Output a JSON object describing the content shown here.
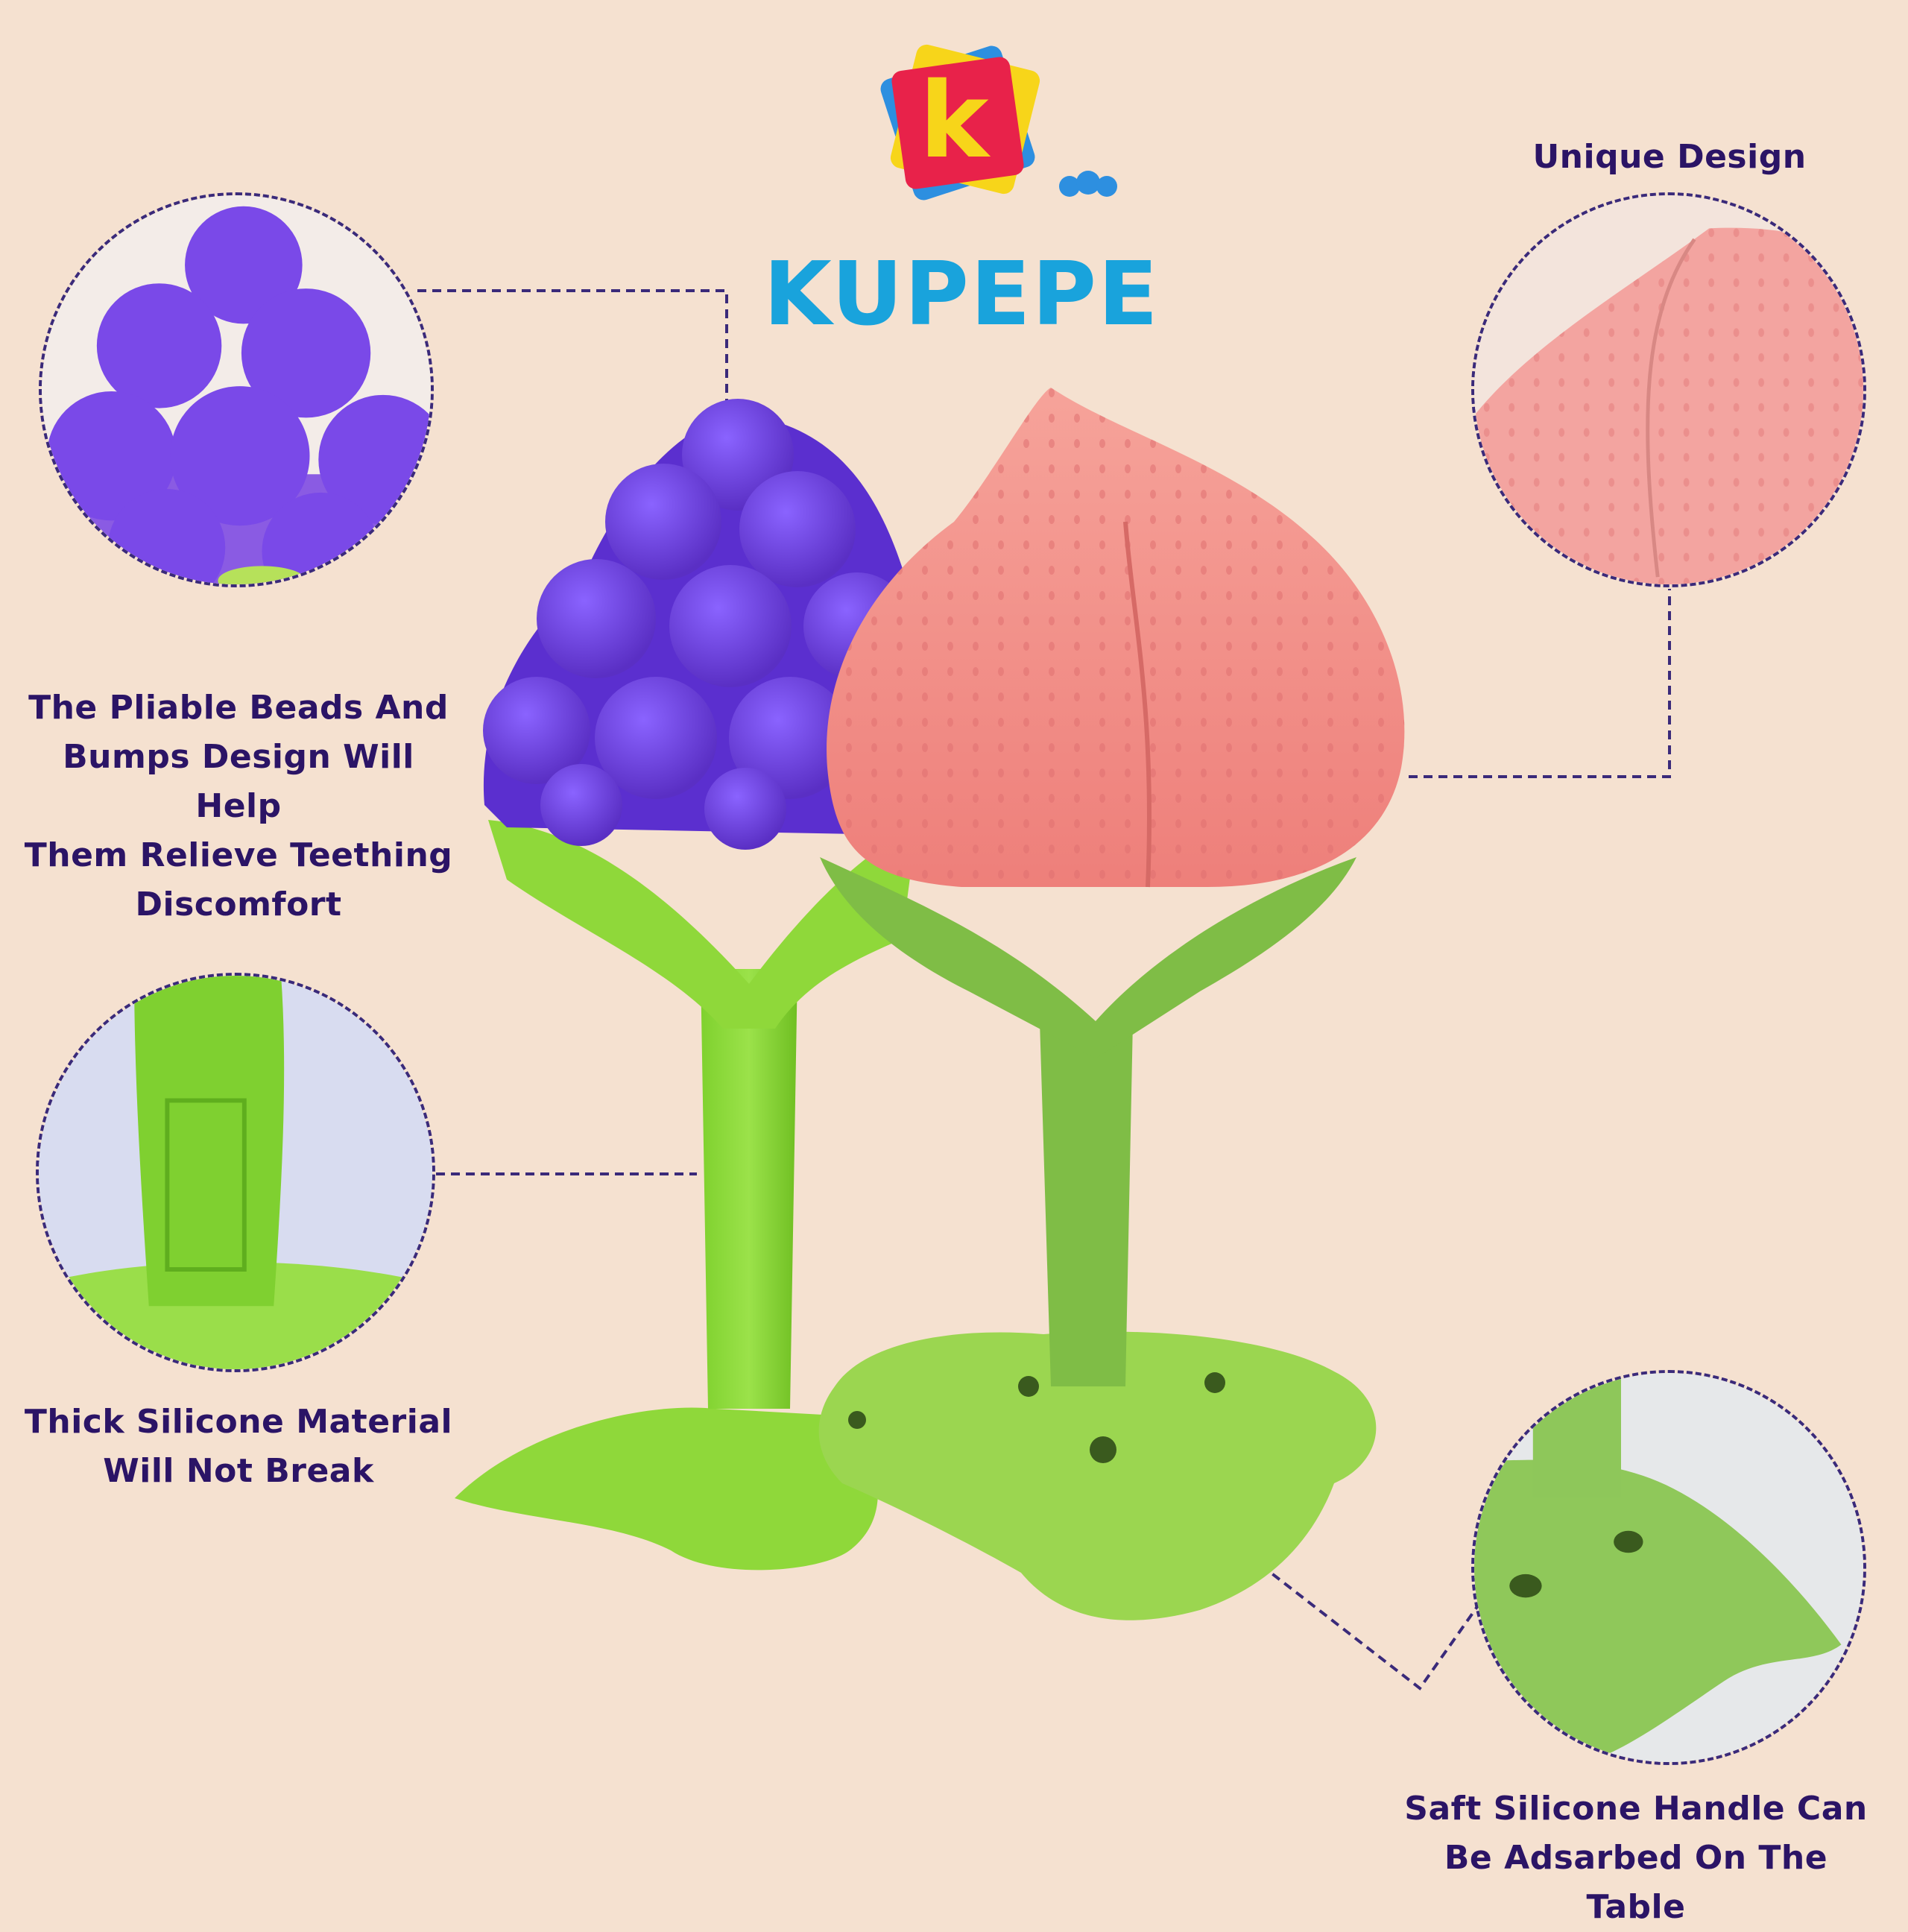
{
  "brand": {
    "logo_letter": "k",
    "logo_word": "KUPEPE"
  },
  "callouts": {
    "unique_design": "Unique Design",
    "beads": [
      "The Pliable Beads And",
      "Bumps Design Will Help",
      "Them Relieve Teething",
      "Discomfort"
    ],
    "silicone": [
      "Thick Silicone Material",
      "Will Not Break"
    ],
    "handle": [
      "Saft Silicone Handle Can",
      "Be Adsarbed On The Table"
    ]
  },
  "colors": {
    "background": "#f5e1d0",
    "text": "#2b1466",
    "dash": "#3a2a7a",
    "grape": "#6a3fd6",
    "peach": "#f08c8c",
    "green": "#8fd44a",
    "green_dark": "#7cc24a"
  },
  "icons": [
    "kupepe-logo",
    "grape-teether",
    "peach-teether"
  ]
}
